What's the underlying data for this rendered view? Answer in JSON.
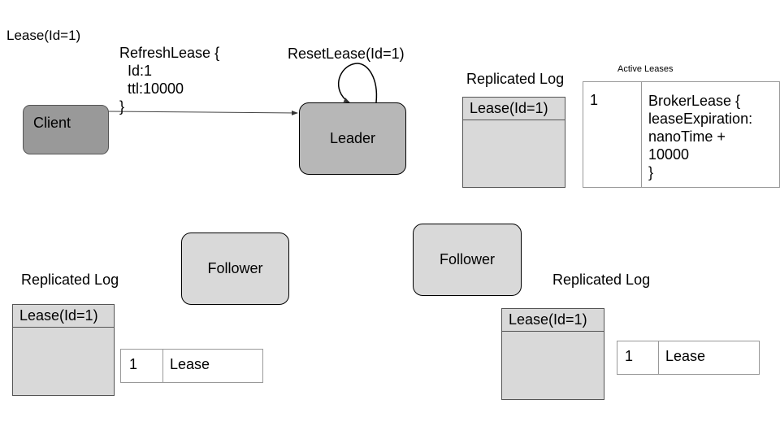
{
  "corner_label": "Lease(Id=1)",
  "refresh_message": {
    "lines": [
      "RefreshLease {",
      "  Id:1",
      "  ttl:10000",
      "}"
    ]
  },
  "reset_label": "ResetLease(Id=1)",
  "nodes": {
    "client": "Client",
    "leader": "Leader",
    "follower_left": "Follower",
    "follower_right": "Follower"
  },
  "colors": {
    "client_fill": "#999999",
    "leader_fill": "#b7b7b7",
    "follower_fill": "#d9d9d9",
    "log_fill": "#d9d9d9"
  },
  "leader_log": {
    "title": "Replicated Log",
    "entry": "Lease(Id=1)"
  },
  "active_leases": {
    "title": "Active Leases",
    "id": "1",
    "value_lines": [
      "BrokerLease {",
      "leaseExpiration:",
      "nanoTime +",
      "10000",
      "}"
    ]
  },
  "left_log": {
    "title": "Replicated Log",
    "entry": "Lease(Id=1)",
    "table_id": "1",
    "table_value": "Lease"
  },
  "right_log": {
    "title": "Replicated Log",
    "entry": "Lease(Id=1)",
    "table_id": "1",
    "table_value": "Lease"
  }
}
